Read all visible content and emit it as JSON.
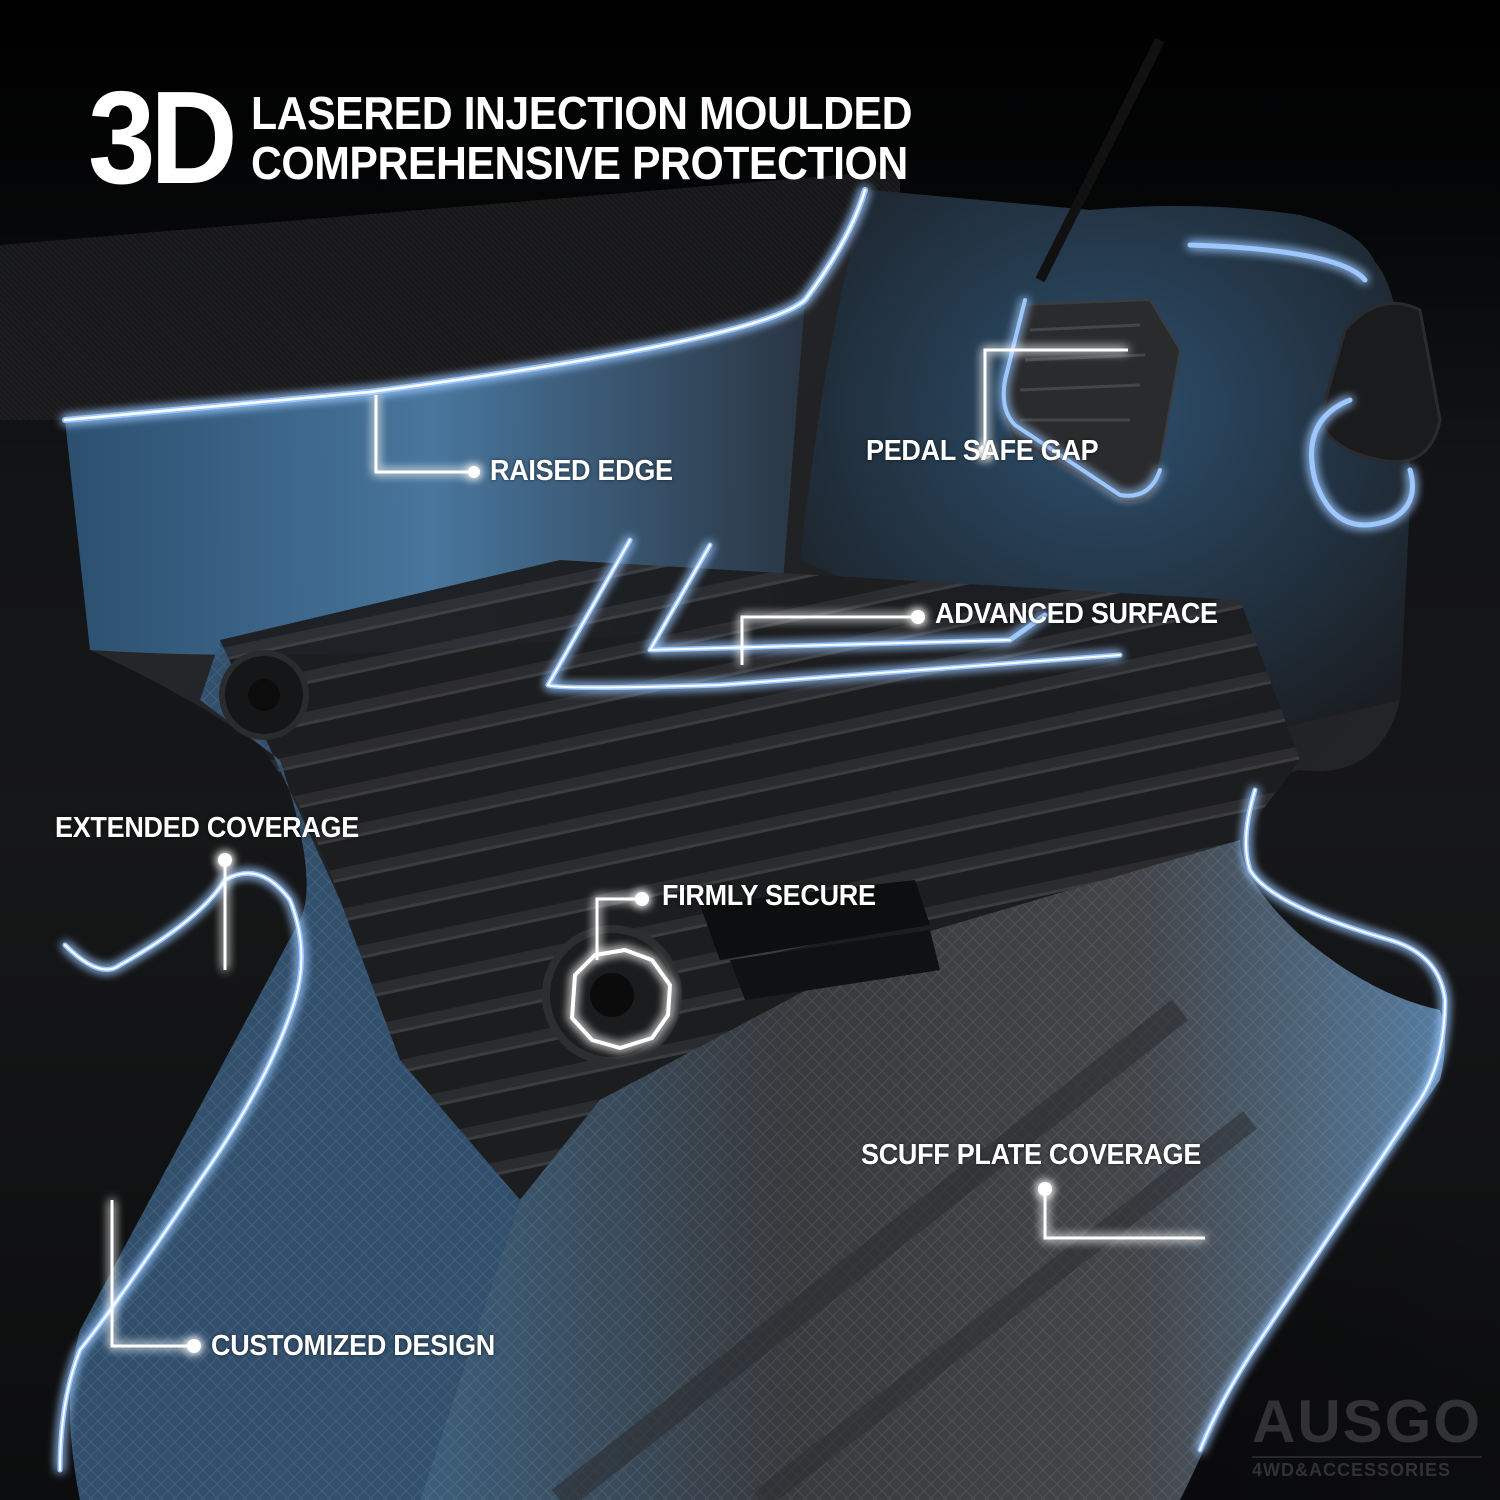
{
  "headline": {
    "big": "3D",
    "line1": "LASERED INJECTION MOULDED",
    "line2": "COMPREHENSIVE PROTECTION"
  },
  "callouts": [
    {
      "id": "raised-edge",
      "label": "RAISED EDGE"
    },
    {
      "id": "pedal-safe-gap",
      "label": "PEDAL SAFE GAP"
    },
    {
      "id": "advanced-surface",
      "label": "ADVANCED SURFACE"
    },
    {
      "id": "extended-coverage",
      "label": "EXTENDED COVERAGE"
    },
    {
      "id": "firmly-secure",
      "label": "FIRMLY SECURE"
    },
    {
      "id": "scuff-plate-coverage",
      "label": "SCUFF PLATE COVERAGE"
    },
    {
      "id": "customized-design",
      "label": "CUSTOMIZED DESIGN"
    }
  ],
  "brand": {
    "name": "AUSGO",
    "tagline": "4WD&ACCESSORIES"
  },
  "colors": {
    "glow": "#7fb8ff",
    "line": "#ffffff",
    "mat_blue": "#3d6a92",
    "mat_dark": "#1d1e20",
    "background": "#000000",
    "text": "#ffffff"
  }
}
